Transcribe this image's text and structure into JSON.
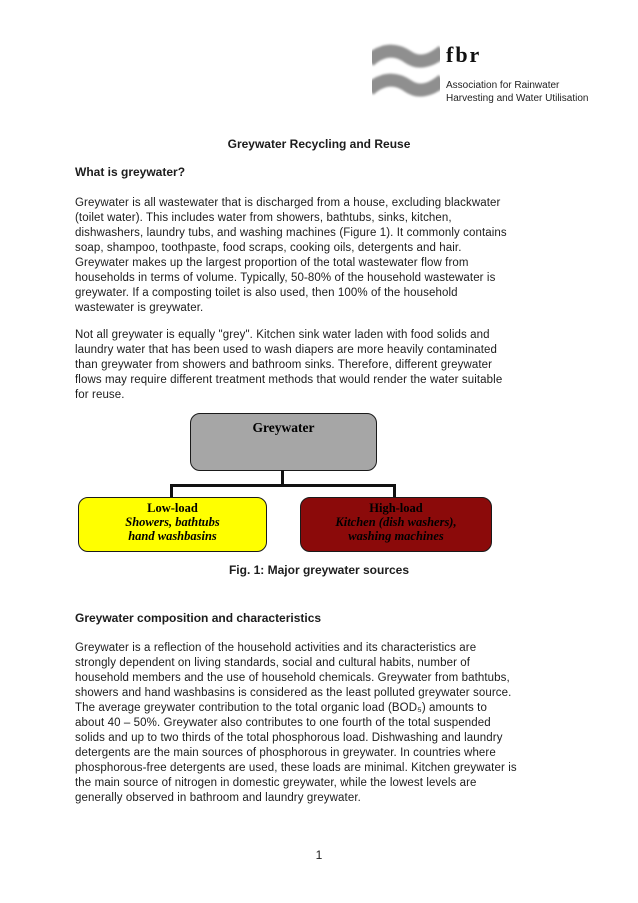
{
  "logo": {
    "brand": "fbr",
    "org_line1": "Association for Rainwater",
    "org_line2": "Harvesting and Water Utilisation",
    "wave_color": "#8f8f8f"
  },
  "document": {
    "title": "Greywater Recycling and Reuse",
    "sections": [
      {
        "heading": "What is greywater?",
        "paragraphs": [
          [
            "Greywater is all wastewater that is discharged from a house, excluding blackwater",
            "(toilet water). This includes water from showers, bathtubs, sinks, kitchen,",
            "dishwashers, laundry tubs, and washing machines (Figure 1). It commonly contains",
            "soap, shampoo, toothpaste, food scraps, cooking oils, detergents and hair.",
            "Greywater makes up the largest proportion of the total wastewater flow from",
            "households in terms of volume. Typically, 50-80% of the household wastewater is",
            "greywater. If a composting toilet is also used, then 100% of the household",
            "wastewater is greywater."
          ],
          [
            "Not all greywater is equally \"grey\". Kitchen sink water laden with food solids and",
            "laundry water that has been used to wash diapers are more heavily contaminated",
            "than greywater from showers and bathroom sinks. Therefore, different greywater",
            "flows may require different treatment methods that would render the water suitable",
            "for reuse."
          ]
        ]
      },
      {
        "heading": "Greywater composition and characteristics",
        "paragraphs": [
          [
            "Greywater is a reflection of the household activities and its characteristics are",
            "strongly dependent on living standards, social and cultural habits, number of",
            "household members and the use of household chemicals. Greywater from bathtubs,",
            "showers and hand washbasins is considered as the least polluted greywater source.",
            "The average greywater contribution to the total organic load (BOD₅) amounts to",
            "about 40 – 50%. Greywater also contributes to one fourth of the total suspended",
            "solids and up to two thirds of the total phosphorous load. Dishwashing and laundry",
            "detergents are the main sources of phosphorous in greywater. In countries where",
            "phosphorous-free detergents are used, these loads are minimal. Kitchen greywater is",
            "the main source of nitrogen in domestic greywater, while the lowest levels are",
            "generally observed in bathroom and laundry greywater."
          ]
        ]
      }
    ]
  },
  "figure": {
    "root": {
      "label": "Greywater",
      "fill": "#a6a6a6"
    },
    "children": [
      {
        "title": "Low-load",
        "lines": [
          "Showers, bathtubs",
          "hand washbasins"
        ],
        "fill": "#ffff00"
      },
      {
        "title": "High-load",
        "lines": [
          "Kitchen (dish washers),",
          "washing machines"
        ],
        "fill": "#8b0a0a"
      }
    ],
    "caption": "Fig. 1: Major greywater sources"
  },
  "page_number": "1"
}
